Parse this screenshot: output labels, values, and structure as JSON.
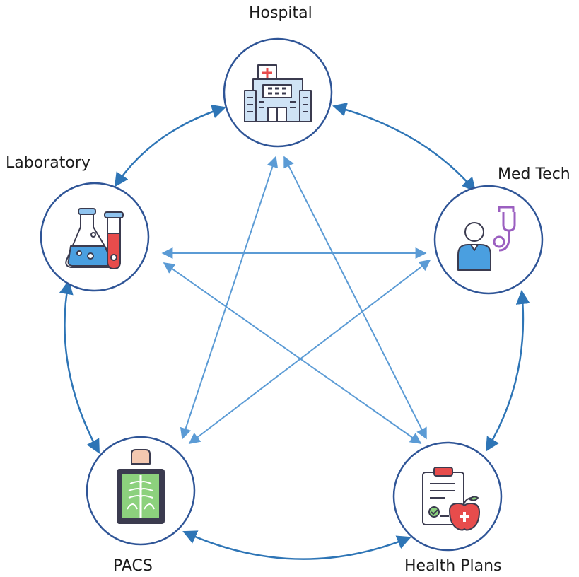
{
  "nodes": {
    "hospital": {
      "label": "Hospital",
      "icon": "hospital-building-icon"
    },
    "laboratory": {
      "label": "Laboratory",
      "icon": "lab-flask-test-tube-icon"
    },
    "medtech": {
      "label": "Med Tech",
      "icon": "doctor-stethoscope-icon"
    },
    "pacs": {
      "label": "PACS",
      "icon": "xray-scan-icon"
    },
    "health_plans": {
      "label": "Health Plans",
      "icon": "clipboard-apple-icon"
    }
  },
  "colors": {
    "outer_arrow": "#2e75b6",
    "inner_arrow": "#5b9bd5",
    "circle_stroke": "#2f5597",
    "icon_dark": "#3b3b4f",
    "icon_blue": "#4a9fe0",
    "icon_red": "#e74c4c",
    "icon_green": "#8cd17d",
    "icon_purple": "#9b5fc0"
  },
  "connections": {
    "outer_ring": [
      [
        "hospital",
        "medtech"
      ],
      [
        "medtech",
        "health_plans"
      ],
      [
        "health_plans",
        "pacs"
      ],
      [
        "pacs",
        "laboratory"
      ],
      [
        "laboratory",
        "hospital"
      ]
    ],
    "inner_star": [
      [
        "hospital",
        "pacs"
      ],
      [
        "hospital",
        "health_plans"
      ],
      [
        "laboratory",
        "medtech"
      ],
      [
        "laboratory",
        "health_plans"
      ],
      [
        "medtech",
        "pacs"
      ]
    ]
  }
}
